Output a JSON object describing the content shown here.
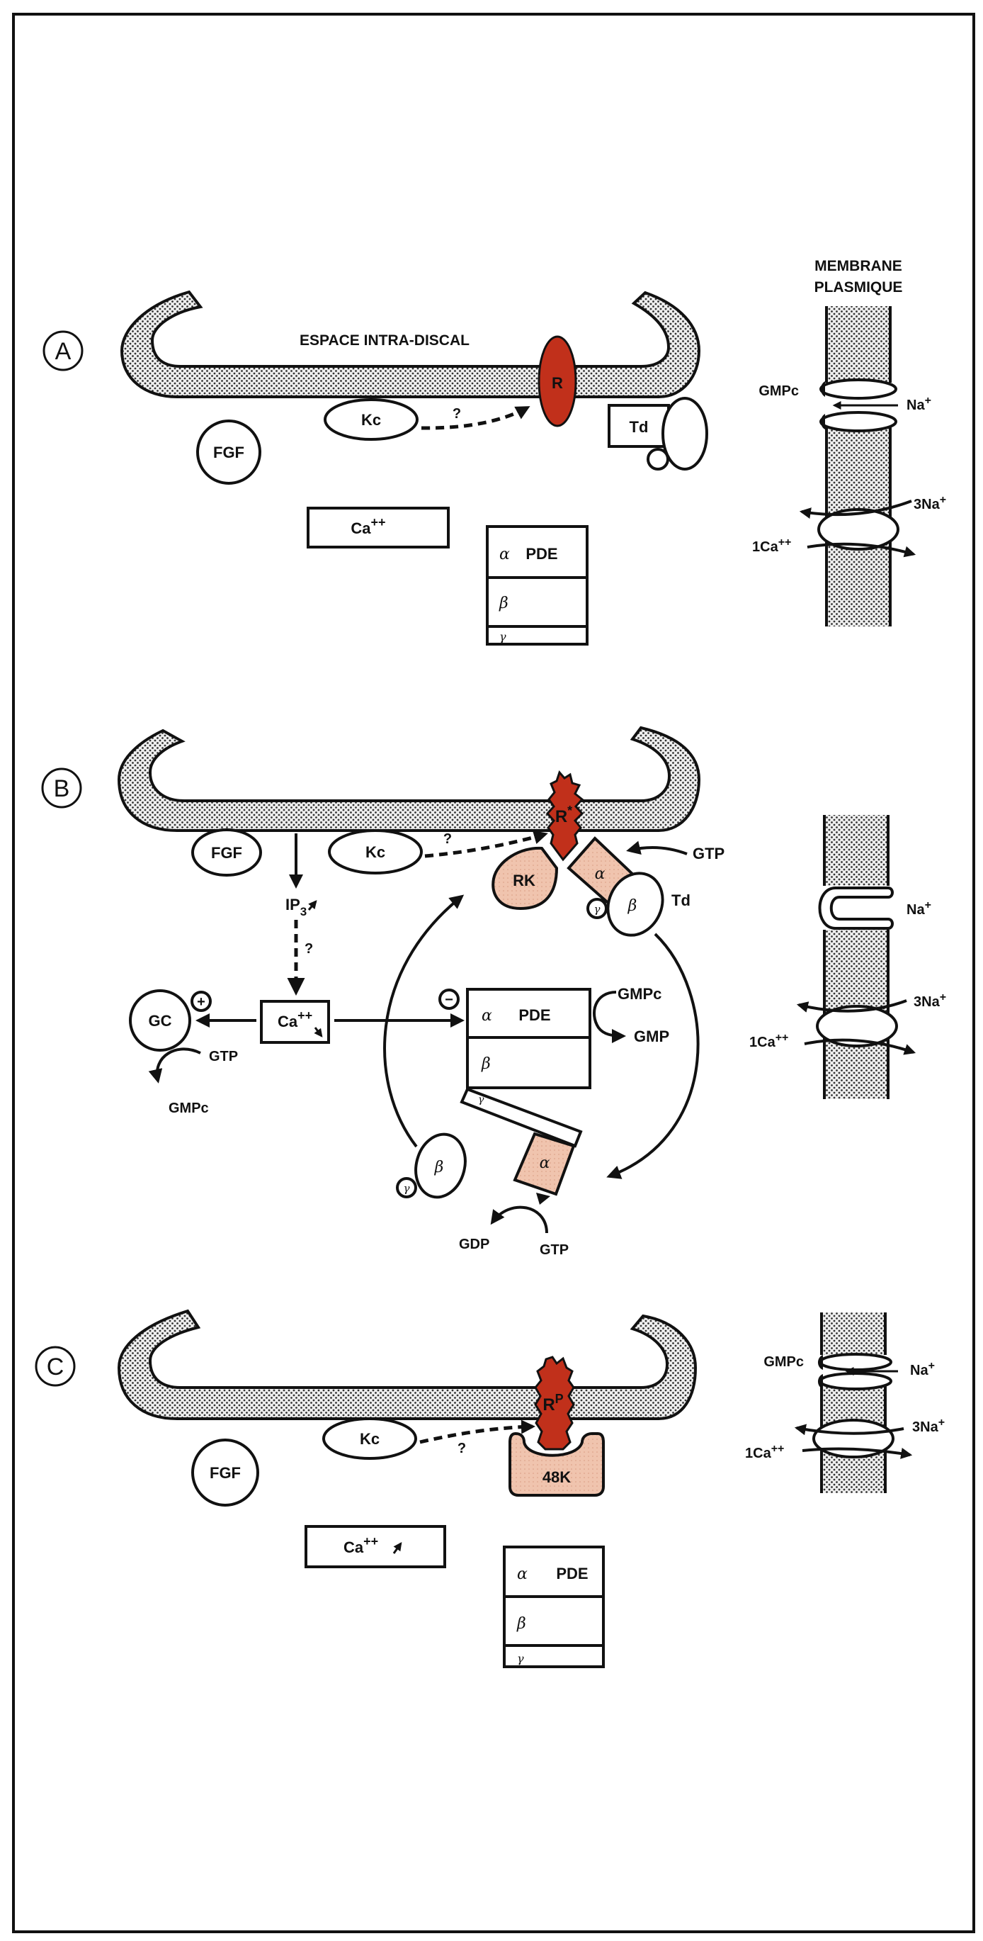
{
  "figure": {
    "colors": {
      "receptor_red": "#c1301b",
      "protein_pink": "#f0c4ae",
      "membrane_stipple": "#d9d9d9",
      "ink": "#111111"
    },
    "membrane_header": [
      "MEMBRANE",
      "PLASMIQUE"
    ],
    "panels": [
      {
        "id": "A",
        "disc_label": "ESPACE INTRA-DISCAL",
        "receptor": "R",
        "kinase": "Kc",
        "question": "?",
        "fgf": "FGF",
        "transducin": "Td",
        "calcium": "Ca",
        "calcium_sup": "++",
        "pde": {
          "title": "PDE",
          "alpha": "α",
          "beta": "β",
          "gamma": "γ"
        },
        "channel": {
          "ligand": "GMPc",
          "ion": "Na",
          "ion_sup": "+",
          "state": "open"
        },
        "exchanger": {
          "out": "3Na",
          "out_sup": "+",
          "in": "1Ca",
          "in_sup": "++"
        }
      },
      {
        "id": "B",
        "receptor": "R",
        "receptor_sup": "*",
        "kinase": "Kc",
        "question": "?",
        "fgf": "FGF",
        "rk": "RK",
        "ip3": "IP",
        "ip3_sub": "3",
        "ip3_question": "?",
        "gc": "GC",
        "gc_plus": "+",
        "gc_gtp": "GTP",
        "gc_gmpc": "GMPc",
        "calcium": "Ca",
        "calcium_sup": "++",
        "inhibit": "−",
        "transducin": {
          "label": "Td",
          "alpha": "α",
          "beta": "β",
          "gamma": "γ",
          "gtp_in": "GTP"
        },
        "pde": {
          "title": "PDE",
          "alpha": "α",
          "beta": "β",
          "gamma": "γ",
          "substrate": "GMPc",
          "product": "GMP"
        },
        "free_beta": "β",
        "free_gamma": "γ",
        "bound_alpha": "α",
        "bound_gamma": "γ",
        "gdp": "GDP",
        "gtp": "GTP",
        "channel": {
          "ion": "Na",
          "ion_sup": "+",
          "state": "closed"
        },
        "exchanger": {
          "out": "3Na",
          "out_sup": "+",
          "in": "1Ca",
          "in_sup": "++"
        }
      },
      {
        "id": "C",
        "receptor": "R",
        "receptor_sup": "P",
        "kinase": "Kc",
        "question": "?",
        "fgf": "FGF",
        "arrestin": "48K",
        "calcium": "Ca",
        "calcium_sup": "++",
        "pde": {
          "title": "PDE",
          "alpha": "α",
          "beta": "β",
          "gamma": "γ"
        },
        "channel": {
          "ligand": "GMPc",
          "ion": "Na",
          "ion_sup": "+",
          "state": "open"
        },
        "exchanger": {
          "out": "3Na",
          "out_sup": "+",
          "in": "1Ca",
          "in_sup": "++"
        }
      }
    ]
  }
}
